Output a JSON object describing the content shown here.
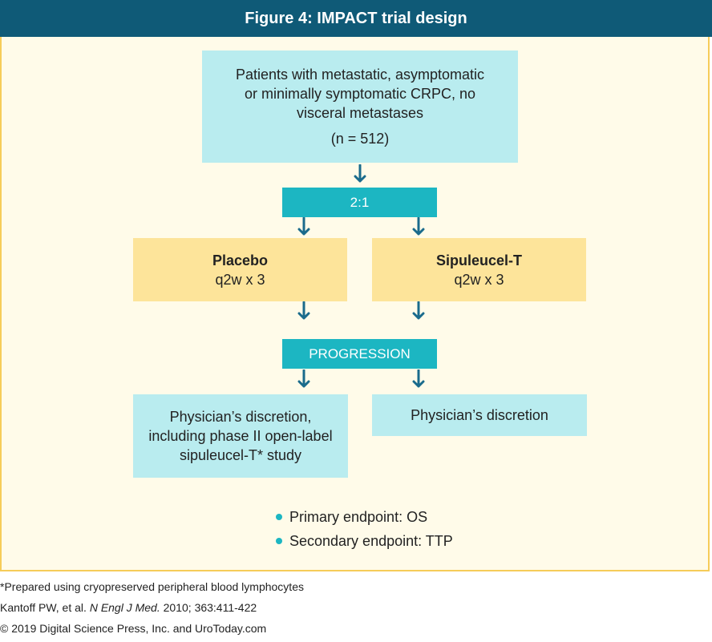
{
  "figure": {
    "title": "Figure 4: IMPACT trial design"
  },
  "patients": {
    "lines": [
      "Patients with metastatic, asymptomatic",
      "or minimally symptomatic CRPC, no",
      "visceral metastases"
    ],
    "n": "(n = 512)"
  },
  "randomization": {
    "ratio": "2:1"
  },
  "arms": {
    "placebo": {
      "name": "Placebo",
      "schedule": "q2w x 3"
    },
    "sipuleucel": {
      "name": "Sipuleucel-T",
      "schedule": "q2w x 3"
    }
  },
  "progression": {
    "label": "PROGRESSION"
  },
  "after_progression": {
    "left_lines": [
      "Physician’s discretion,",
      "including phase II open-label",
      "sipuleucel-T* study"
    ],
    "right": "Physician’s discretion"
  },
  "endpoints": [
    "Primary endpoint: OS",
    "Secondary endpoint: TTP"
  ],
  "footnotes": {
    "note": "*Prepared using cryopreserved peripheral blood lymphocytes",
    "citation_authors": "Kantoff PW, et al. ",
    "citation_journal": "N Engl J Med.",
    "citation_details": " 2010; 363:411-422",
    "copyright": "© 2019 Digital Science Press, Inc. and UroToday.com"
  },
  "colors": {
    "header": "#0f5a77",
    "panel_bg": "#fffbe9",
    "panel_border": "#f6cc59",
    "cyan_box": "#b9ecef",
    "yellow_box": "#fde49a",
    "teal_box": "#1cb6c2",
    "arrow": "#1a6b8c"
  }
}
